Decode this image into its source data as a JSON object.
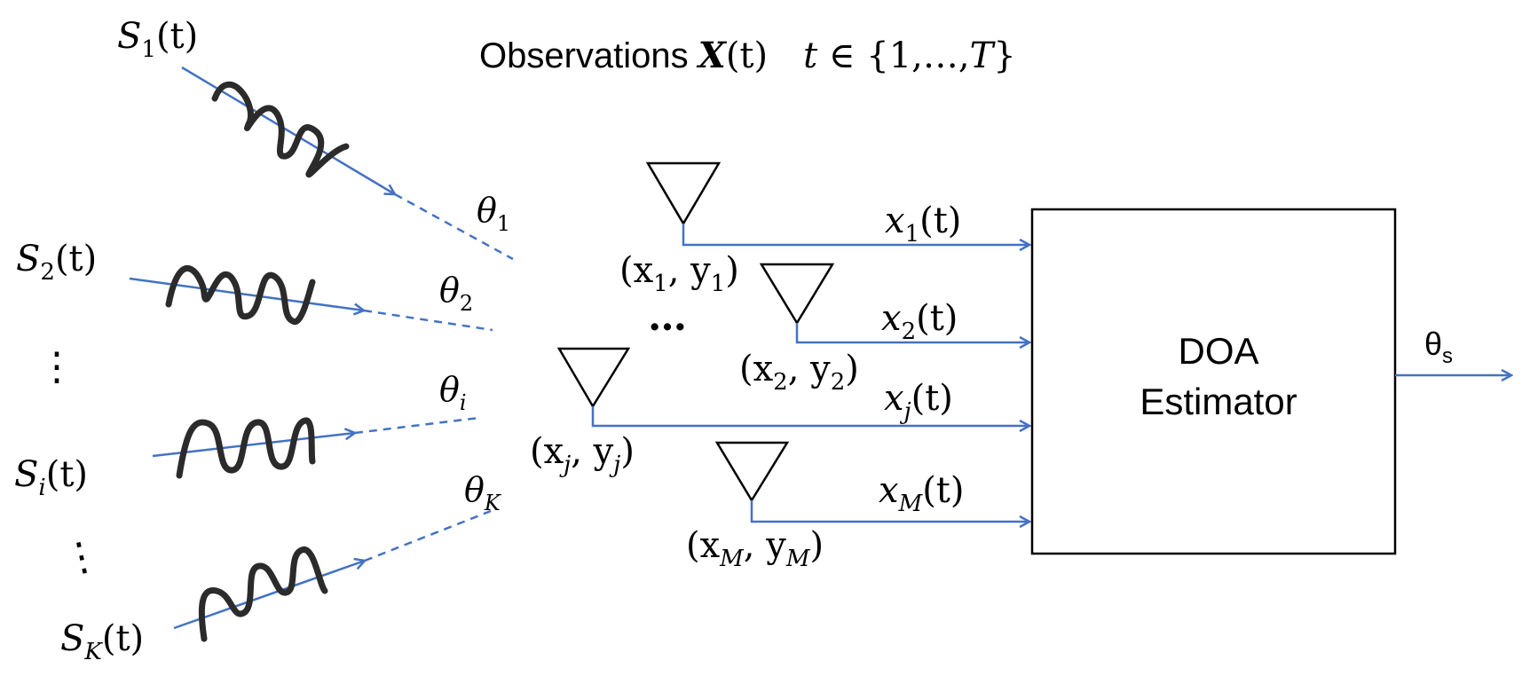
{
  "title": {
    "prefix": "Observations ",
    "bold_symbol": "X",
    "arg": "(t)",
    "set_var": "t",
    "set_rest": " ∈ {1,…,",
    "set_end": "T",
    "set_close": "}"
  },
  "sources": [
    {
      "base": "S",
      "sub": "1",
      "arg": "(t)",
      "angle_base": "θ",
      "angle_sub": "1"
    },
    {
      "base": "S",
      "sub": "2",
      "arg": "(t)",
      "angle_base": "θ",
      "angle_sub": "2"
    },
    {
      "base": "S",
      "sub": "i",
      "arg": "(t)",
      "angle_base": "θ",
      "angle_sub": "i"
    },
    {
      "base": "S",
      "sub": "K",
      "arg": "(t)",
      "angle_base": "θ",
      "angle_sub": "K"
    }
  ],
  "vdots": "⋮",
  "antenna_ellipsis": "…",
  "antennas": [
    {
      "coord": "(x",
      "sub_x": "1",
      "mid": ", y",
      "sub_y": "1",
      "close": ")",
      "sig": "x",
      "sig_sub": "1",
      "sig_arg": "(t)"
    },
    {
      "coord": "(x",
      "sub_x": "2",
      "mid": ", y",
      "sub_y": "2",
      "close": ")",
      "sig": "x",
      "sig_sub": "2",
      "sig_arg": "(t)"
    },
    {
      "coord": "(x",
      "sub_x": "j",
      "mid": ", y",
      "sub_y": "j",
      "close": ")",
      "sig": "x",
      "sig_sub": "j",
      "sig_arg": "(t)"
    },
    {
      "coord": "(x",
      "sub_x": "M",
      "mid": ", y",
      "sub_y": "M",
      "close": ")",
      "sig": "x",
      "sig_sub": "M",
      "sig_arg": "(t)"
    }
  ],
  "estimator": {
    "line1": "DOA",
    "line2": "Estimator"
  },
  "output": {
    "base": "θ",
    "sub": "s"
  },
  "colors": {
    "signal": "#4472c4",
    "wave": "#2b2b2b",
    "outline": "#000000"
  }
}
